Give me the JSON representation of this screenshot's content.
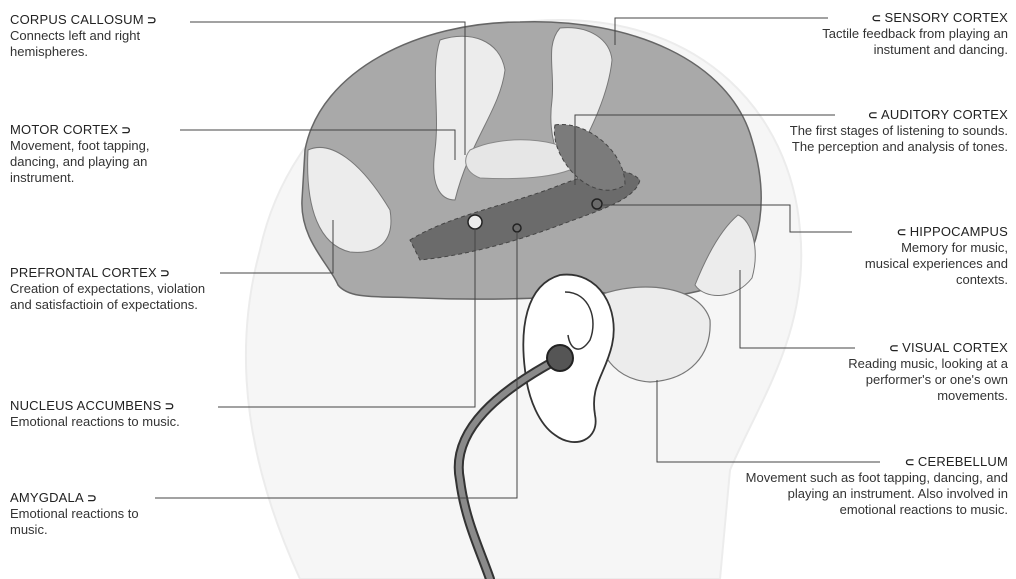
{
  "labels": {
    "corpus_callosum": {
      "title": "CORPUS CALLOSUM",
      "desc": "Connects left and right hemispheres."
    },
    "motor_cortex": {
      "title": "MOTOR CORTEX",
      "desc": "Movement, foot tapping, dancing, and playing an instrument."
    },
    "prefrontal_cortex": {
      "title": "PREFRONTAL CORTEX",
      "desc": "Creation of expectations, violation and satisfactioin of expectations."
    },
    "nucleus_accumbens": {
      "title": "NUCLEUS ACCUMBENS",
      "desc": "Emotional reactions to music."
    },
    "amygdala": {
      "title": "AMYGDALA",
      "desc": "Emotional reactions to music."
    },
    "sensory_cortex": {
      "title": "SENSORY CORTEX",
      "desc": "Tactile feedback from playing an instument and dancing."
    },
    "auditory_cortex": {
      "title": "AUDITORY CORTEX",
      "desc": "The first stages of listening to sounds. The perception and analysis of tones."
    },
    "hippocampus": {
      "title": "HIPPOCAMPUS",
      "desc": "Memory for music, musical experiences and contexts."
    },
    "visual_cortex": {
      "title": "VISUAL CORTEX",
      "desc": "Reading music, looking at a performer's or one's own movements."
    },
    "cerebellum": {
      "title": "CEREBELLUM",
      "desc": "Movement such as foot tapping, dancing, and playing an instrument. Also involved in emotional reactions to music."
    }
  },
  "colors": {
    "line": "#444444",
    "brain": "#a9a9a9",
    "brain_light": "#ececec",
    "highlight": "#6b6b6b"
  }
}
